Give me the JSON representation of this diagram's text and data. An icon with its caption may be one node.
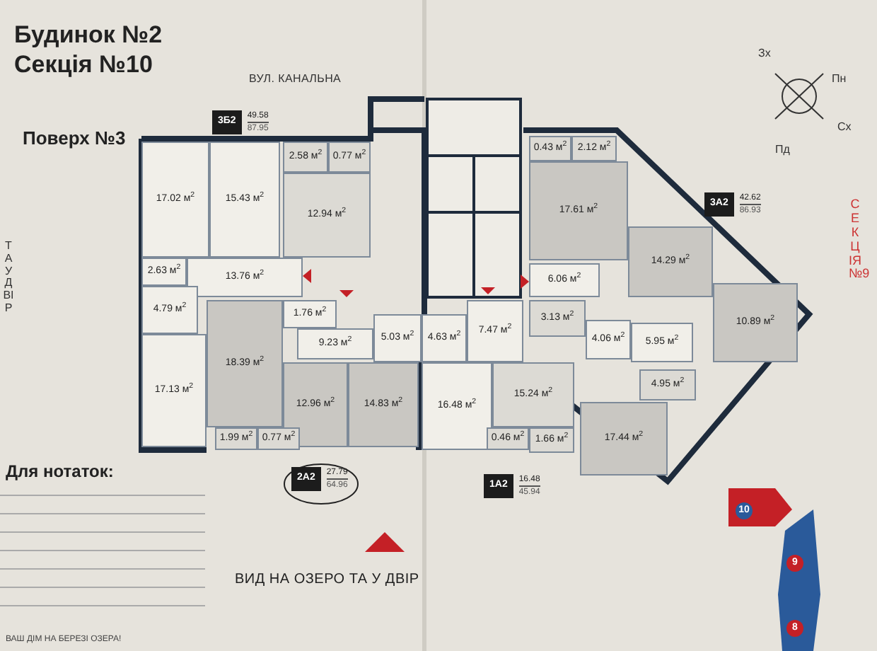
{
  "diagram": {
    "title": "Будинок №2 Секція №10",
    "nodes": [
      {
        "text": [
          "17.02 м$^{2}$"
        ]
      },
      {
        "text": [
          "15.43 м$^{2}$"
        ]
      },
      {
        "text": [
          "2.58 м$^{2}$"
        ]
      },
      {
        "text": [
          "0.77 м$^{2}$"
        ]
      },
      {
        "text": [
          "12.94 м$^{2}$"
        ]
      },
      {
        "text": [
          "2.63 м$^{2}$"
        ]
      },
      {
        "text": [
          "13.76 м$^{2}$"
        ]
      },
      {
        "text": [
          "4.79 м$^{2}$"
        ]
      },
      {
        "text": [
          "1.76 м$^{2}$"
        ]
      },
      {
        "text": [
          "18.39 м$^{2}$"
        ]
      },
      {
        "text": [
          "9.23 м$^{2}$"
        ]
      },
      {
        "text": [
          "5.03 м$^{2}$"
        ]
      },
      {
        "text": [
          "17.13 м$^{2}$"
        ]
      },
      {
        "text": [
          "12.96 м$^{2}$"
        ]
      },
      {
        "text": [
          "14.83 м$^{2}$"
        ]
      },
      {
        "text": [
          "1.99 м$^{2}$"
        ]
      },
      {
        "text": [
          "0.77 м$^{2}$"
        ]
      },
      {
        "text": [
          "4.63 м$^{2}$"
        ]
      },
      {
        "text": [
          "7.47 м$^{2}$"
        ]
      },
      {
        "text": [
          "16.48 м$^{2}$"
        ]
      },
      {
        "text": [
          "15.24 м$^{2}$"
        ]
      },
      {
        "text": [
          "0.46 м$^{2}$"
        ]
      },
      {
        "text": [
          "1.66 м$^{2}$"
        ]
      },
      {
        "text": [
          "0.43 м$^{2}$"
        ]
      },
      {
        "text": [
          "2.12 м$^{2}$"
        ]
      },
      {
        "text": [
          "17.61 м$^{2}$"
        ]
      },
      {
        "text": [
          "6.06 м$^{2}$"
        ]
      },
      {
        "text": [
          "3.13 м$^{2}$"
        ]
      },
      {
        "text": [
          "14.29 м$^{2}$"
        ]
      },
      {
        "text": [
          "4.06 м$^{2}$"
        ]
      },
      {
        "text": [
          "5.95 м$^{2}$"
        ]
      },
      {
        "text": [
          "10.89 м$^{2}$"
        ]
      },
      {
        "text": [
          "4.95 м$^{2}$"
        ]
      },
      {
        "text": [
          "17.44 м$^{2}$"
        ]
      },
      {
        "text": [
          "3Б2",
          "49.58",
          "87.95"
        ]
      },
      {
        "text": [
          "3А2",
          "42.62",
          "86.93"
        ]
      },
      {
        "text": [
          "2А2",
          "27.79",
          "64.96"
        ]
      },
      {
        "text": [
          "1А2",
          "16.48",
          "45.94"
        ]
      }
    ],
    "labels": [
      "Поверх №3",
      "ВУЛ. КАНАЛЬНА",
      "Пн",
      "Зх",
      "Сх",
      "Пд",
      "СЕКЦІЯ №9",
      "ТА У ДВІР",
      "Для нотаток:",
      "ВИД НА ОЗЕРО ТА У ДВІР",
      "10",
      "9",
      "8",
      "ВАШ ДІМ НА БЕРЕЗІ ОЗЕРА!"
    ]
  }
}
